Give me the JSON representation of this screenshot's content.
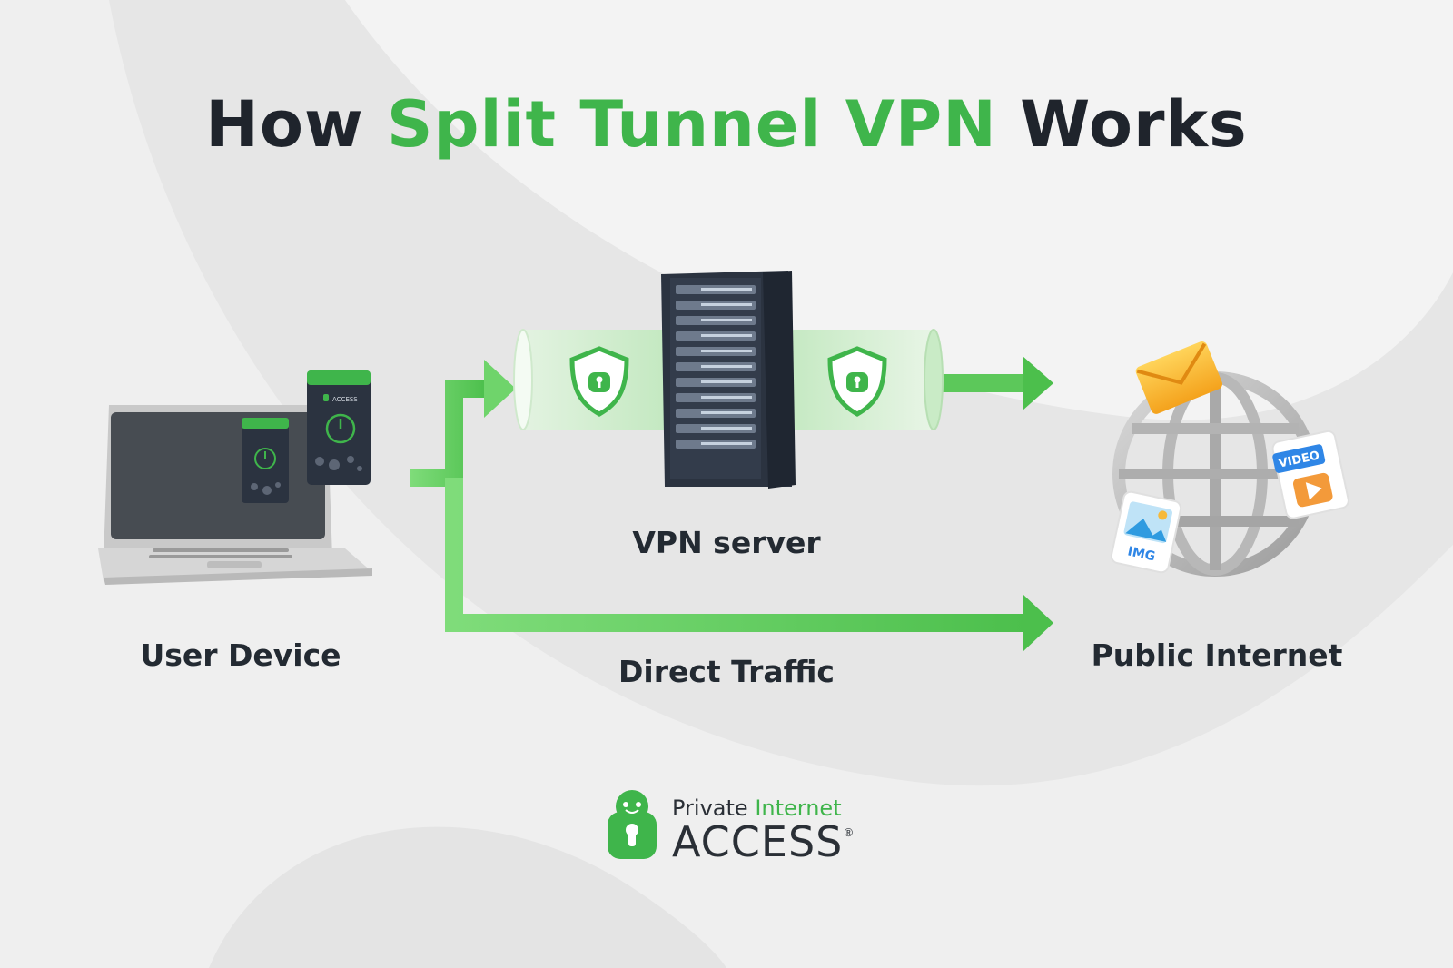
{
  "title": {
    "prefix": "How",
    "highlight": "Split Tunnel VPN",
    "suffix": "Works"
  },
  "nodes": {
    "user_device": "User Device",
    "vpn_server": "VPN server",
    "public_internet": "Public Internet"
  },
  "edges": {
    "direct_traffic": "Direct Traffic"
  },
  "app_card": {
    "brand_small": "ACCESS"
  },
  "internet_icons": {
    "video": "VIDEO",
    "image": "IMG"
  },
  "logo": {
    "word1": "Private",
    "word2": "Internet",
    "word3": "ACCESS",
    "mark": "®"
  },
  "colors": {
    "accent": "#3fb54b",
    "dark": "#1f242c",
    "background": "#efefef"
  }
}
